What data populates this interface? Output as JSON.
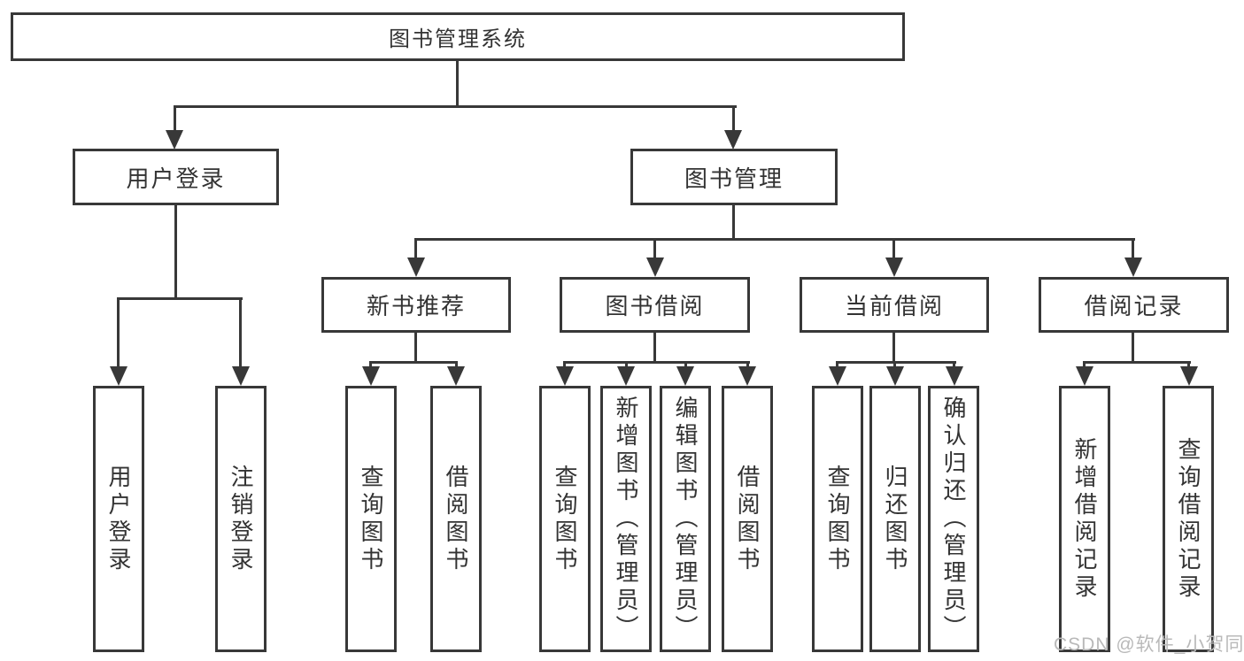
{
  "tree": {
    "label": "图书管理系统",
    "children": [
      {
        "label": "用户登录",
        "children": [
          {
            "label": "用户登录"
          },
          {
            "label": "注销登录"
          }
        ]
      },
      {
        "label": "图书管理",
        "children": [
          {
            "label": "新书推荐",
            "children": [
              {
                "label": "查询图书"
              },
              {
                "label": "借阅图书"
              }
            ]
          },
          {
            "label": "图书借阅",
            "children": [
              {
                "label": "查询图书"
              },
              {
                "label": "新增图书（管理员）"
              },
              {
                "label": "编辑图书（管理员）"
              },
              {
                "label": "借阅图书"
              }
            ]
          },
          {
            "label": "当前借阅",
            "children": [
              {
                "label": "查询图书"
              },
              {
                "label": "归还图书"
              },
              {
                "label": "确认归还（管理员）"
              }
            ]
          },
          {
            "label": "借阅记录",
            "children": [
              {
                "label": "新增借阅记录"
              },
              {
                "label": "查询借阅记录"
              }
            ]
          }
        ]
      }
    ]
  },
  "watermark": {
    "text": "CSDN @软件_小贺同学"
  },
  "colors": {
    "line": "#383838",
    "text": "#333333",
    "background": "#ffffff",
    "watermark": "#b9b9b9"
  }
}
